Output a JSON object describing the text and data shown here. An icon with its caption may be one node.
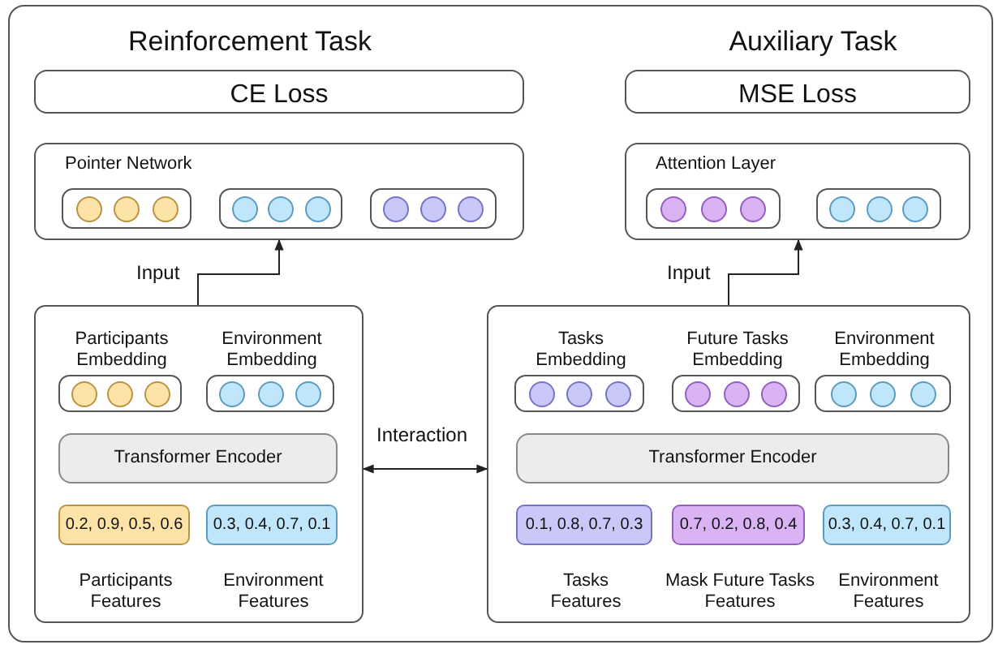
{
  "diagram": {
    "nodes": [
      {
        "text": [
          "Reinforcement Task",
          "Auxiliary Task"
        ]
      },
      {
        "text": [
          "CE Loss"
        ],
        "in": 0
      },
      {
        "text": [
          "Pointer Network"
        ],
        "in": 0
      },
      {
        "text": [],
        "shape": "box",
        "in": 2
      },
      {
        "text": [],
        "shape": "box",
        "in": 2
      },
      {
        "text": [],
        "shape": "box",
        "in": 2
      },
      {
        "text": [
          "MSE Loss"
        ],
        "in": 0
      },
      {
        "text": [
          "Attention Layer"
        ],
        "in": 0
      },
      {
        "text": [],
        "shape": "box",
        "in": 7
      },
      {
        "text": [],
        "shape": "box",
        "in": 7
      },
      {
        "text": [],
        "shape": "box",
        "in": 0
      },
      {
        "text": [
          "Participants Embedding"
        ],
        "in": 10
      },
      {
        "text": [
          "Environment Embedding"
        ],
        "in": 10
      },
      {
        "text": [
          "Transformer Encoder"
        ],
        "in": 10
      },
      {
        "text": [
          "0.2, 0.9, 0.5, 0.6",
          "Participants Features"
        ],
        "in": 10
      },
      {
        "text": [
          "0.3, 0.4, 0.7, 0.1",
          "Environment Features"
        ],
        "in": 10
      },
      {
        "text": [],
        "shape": "box",
        "in": 0
      },
      {
        "text": [
          "Tasks Embedding"
        ],
        "in": 16
      },
      {
        "text": [
          "Future Tasks Embedding"
        ],
        "in": 16
      },
      {
        "text": [
          "Environment Embedding"
        ],
        "in": 16
      },
      {
        "text": [
          "Transformer Encoder"
        ],
        "in": 16
      },
      {
        "text": [
          "0.1, 0.8, 0.7, 0.3",
          "Tasks Features"
        ],
        "in": 16
      },
      {
        "text": [
          "0.7, 0.2, 0.8, 0.4",
          "Mask Future Tasks Features"
        ],
        "in": 16
      },
      {
        "text": [
          "0.3, 0.4, 0.7, 0.1",
          "Environment Features"
        ],
        "in": 16
      }
    ],
    "edges": [
      {
        "from": 10,
        "to": 2,
        "arrow": "to",
        "label": "Input"
      },
      {
        "from": 16,
        "to": 7,
        "arrow": "to",
        "label": "Input"
      },
      {
        "from": 10,
        "to": 16,
        "arrow": "both",
        "label": "Interaction"
      }
    ]
  }
}
